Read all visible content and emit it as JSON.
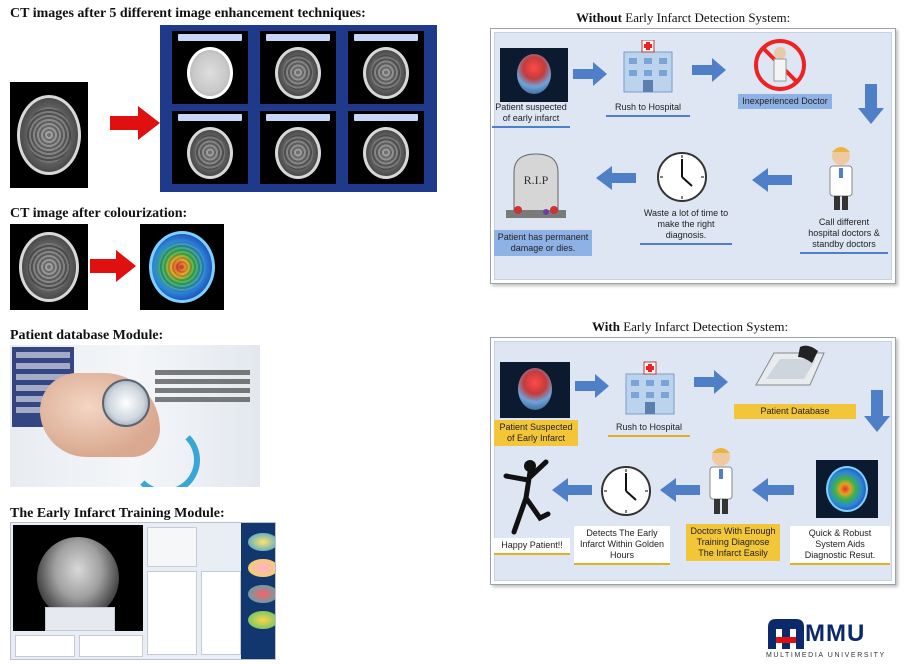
{
  "left": {
    "heading_enhancement": "CT images after 5 different image enhancement techniques:",
    "heading_colourization": "CT image after colourization:",
    "heading_database": "Patient database Module:",
    "heading_training": "The Early Infarct Training Module:"
  },
  "without": {
    "title_bold": "Without",
    "title_rest": " Early Infarct Detection System:",
    "steps": [
      "Patient suspected of early infarct",
      "Rush to Hospital",
      "Inexperienced Doctor",
      "Call different hospital doctors & standby doctors",
      "Waste a lot of time to make the right diagnosis.",
      "Patient has permanent damage or dies."
    ],
    "tombstone_text": "R.I.P"
  },
  "with": {
    "title_bold": "With",
    "title_rest": " Early Infarct Detection System:",
    "steps": [
      "Patient Suspected of Early Infarct",
      "Rush to Hospital",
      "Patient Database",
      "Quick & Robust System Aids Diagnostic Resut.",
      "Doctors With Enough Training Diagnose The Infarct Easily",
      "Detects The Early Infarct Within Golden Hours",
      "Happy Patient!!"
    ]
  },
  "logo": {
    "name": "MMU",
    "subtitle": "MULTIMEDIA UNIVERSITY"
  },
  "colors": {
    "flow_arrow": "#4f7fc6",
    "red_arrow": "#e01010",
    "label_blue": "#8fb2e6",
    "label_gold": "#f3c63a",
    "flow_bg": "#dde6f2",
    "logo_navy": "#0c2a6b"
  }
}
